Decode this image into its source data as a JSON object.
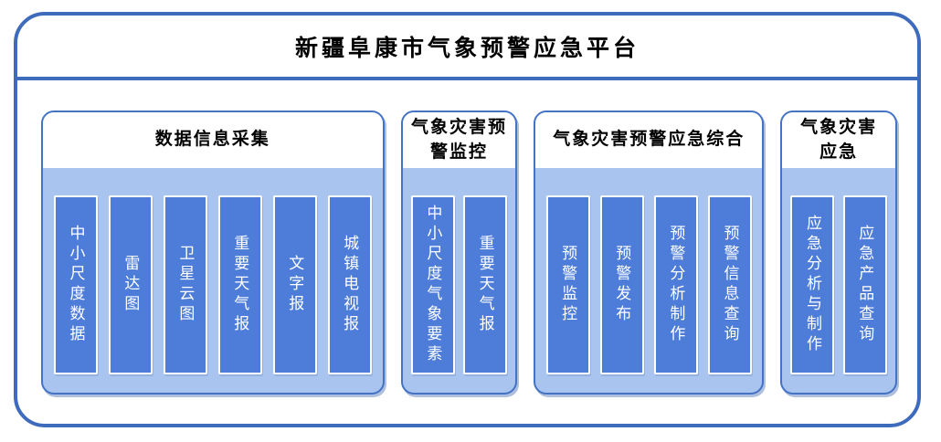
{
  "page_title": "新疆阜康市气象预警应急平台",
  "groups": [
    {
      "title": "数据信息采集",
      "items": [
        "中小尺度数据",
        "雷达图",
        "卫星云图",
        "重要天气报",
        "文字报",
        "城镇电视报"
      ]
    },
    {
      "title": "气象灾害预\n警监控",
      "items": [
        "中小尺度气象要素",
        "重要天气报"
      ]
    },
    {
      "title": "气象灾害预警应急综合",
      "items": [
        "预警监控",
        "预警发布",
        "预警分析制作",
        "预警信息查询"
      ]
    },
    {
      "title": "气象灾害\n应急",
      "items": [
        "应急分析与制作",
        "应急产品查询"
      ]
    }
  ],
  "colors": {
    "outer_border": "#3E6BBB",
    "group_border": "#4472C4",
    "group_body": "#A9C5EF",
    "item_fill": "#4E7DD9",
    "item_border": "#FFFFFF",
    "title_text": "#000000",
    "item_text": "#FFFFFF"
  }
}
